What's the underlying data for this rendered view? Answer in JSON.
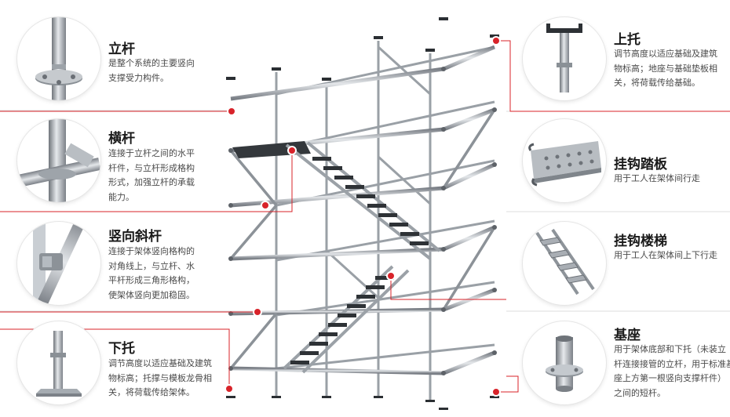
{
  "accent_color": "#d8232a",
  "components": {
    "li_gan": {
      "title": "立杆",
      "lines": [
        "是整个系统的主要竖向",
        "支撑受力构件。"
      ],
      "icon": "standard-pole-icon"
    },
    "heng_gan": {
      "title": "横杆",
      "lines": [
        "连接于立杆之间的水平",
        "杆件，与立杆形成格构",
        "形式，加强立杆的承载",
        "能力。"
      ],
      "icon": "ledger-icon"
    },
    "shu_xiang_xie_gan": {
      "title": "竖向斜杆",
      "lines": [
        "连接于架体竖向格构的",
        "对角线上，与立杆、水",
        "平杆形成三角形格构，",
        "使架体竖向更加稳固。"
      ],
      "icon": "diagonal-brace-icon"
    },
    "xia_tuo": {
      "title": "下托",
      "lines": [
        "调节高度以适应基础及建筑",
        "物标高；托撑与模板龙骨相",
        "关，将荷载传给架体。"
      ],
      "icon": "base-jack-icon"
    },
    "shang_tuo": {
      "title": "上托",
      "lines": [
        "调节高度以适应基础及建筑",
        "物标高；地座与基础垫板相",
        "关，将荷载传给基础。"
      ],
      "icon": "u-head-jack-icon"
    },
    "gua_gou_ta_ban": {
      "title": "挂钩踏板",
      "lines": [
        "用于工人在架体间行走"
      ],
      "icon": "hook-plank-icon"
    },
    "gua_gou_lou_ti": {
      "title": "挂钩楼梯",
      "lines": [
        "用于工人在架体间上下行走"
      ],
      "icon": "hook-stair-icon"
    },
    "ji_zuo": {
      "title": "基座",
      "lines": [
        "用于架体底部和下托（未装立",
        "杆连接接管的立杆，用于标准基",
        "座上方第一根竖向支撑杆件）",
        "之间的短杆。"
      ],
      "icon": "base-collar-icon"
    }
  }
}
